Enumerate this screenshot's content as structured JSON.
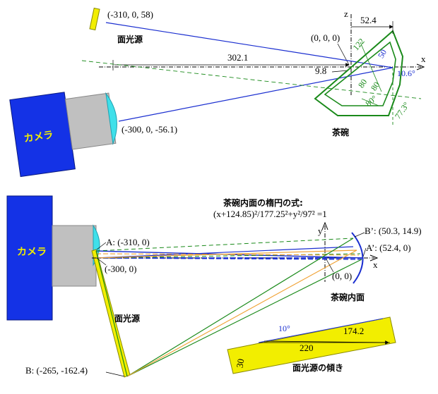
{
  "top": {
    "light_label": "(-310, 0, 58)",
    "light_name": "面光源",
    "origin_label": "(0, 0, 0)",
    "distance": "302.1",
    "offset": "9.8",
    "camera_name": "カメラ",
    "camera_label": "(-300, 0, -56.1)",
    "bowl_name": "茶碗",
    "dim_width": "52.4",
    "dim_122": "122",
    "dim_50": "50",
    "dim_80a": "80",
    "dim_80b": "80",
    "angle_80": "80°",
    "angle_106": "10.6°",
    "angle_773": "77.3°",
    "axis_z": "z",
    "axis_x": "x"
  },
  "bottom": {
    "camera_name": "カメラ",
    "point_a": "A: (-310, 0)",
    "camera_pos": "(-300, 0)",
    "light_name": "面光源",
    "point_b": "B: (-265, -162.4)",
    "ellipse_title": "茶碗内面の楕円の式:",
    "ellipse_eq": "(x+124.85)²/177.25²+y²/97² =1",
    "point_bp": "B’: (50.3, 14.9)",
    "point_ap": "A’: (52.4, 0)",
    "origin": "(0, 0)",
    "inner_name": "茶碗内面",
    "axis_y": "y",
    "axis_x": "x"
  },
  "tilt": {
    "angle": "10°",
    "dim_1742": "174.2",
    "dim_220": "220",
    "dim_30": "30",
    "caption": "面光源の傾き"
  },
  "colors": {
    "camera_body": "#1432e6",
    "lens_gray": "#c0c0c0",
    "lens_cyan": "#3fe0ea",
    "ray_blue": "#1b2fd0",
    "ray_green": "#1a8a1a",
    "ray_orange": "#f0a030",
    "light_yellow": "#f2ee00"
  }
}
